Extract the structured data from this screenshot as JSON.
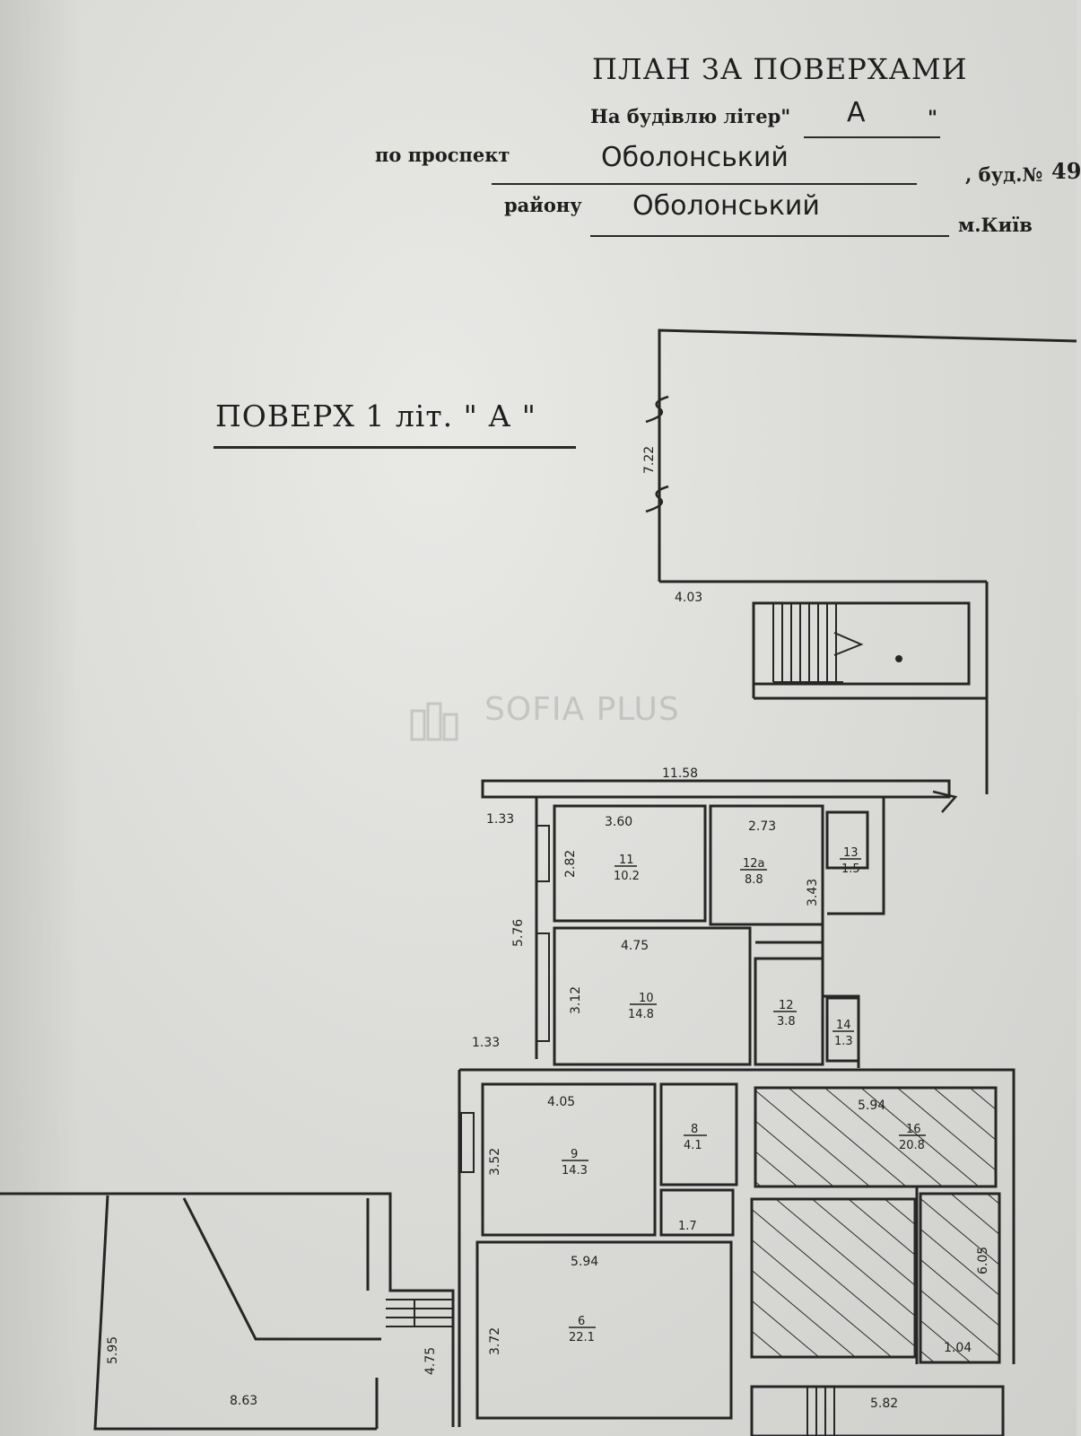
{
  "header": {
    "title": "ПЛАН ЗА ПОВЕРХАМИ",
    "building_prefix": "На будівлю літер\"",
    "building_letter": "А",
    "building_suffix": "\"",
    "avenue_prefix": "по проспект",
    "avenue_name": "Оболонський",
    "house_prefix": ", буд.№",
    "house_number": "49",
    "district_prefix": "району",
    "district_name": "Оболонський",
    "city": "м.Київ"
  },
  "floor": {
    "label": "ПОВЕРХ 1 літ. \" А \""
  },
  "watermark": {
    "text": "SOFIA PLUS"
  },
  "plan": {
    "dimensions": {
      "d_722": "7.22",
      "d_403": "4.03",
      "d_1158": "11.58",
      "d_133_top": "1.33",
      "d_360": "3.60",
      "d_273": "2.73",
      "d_282": "2.82",
      "d_343": "3.43",
      "d_576": "5.76",
      "d_475_top": "4.75",
      "d_312": "3.12",
      "d_133_mid": "1.33",
      "d_405": "4.05",
      "d_352": "3.52",
      "d_594_16": "5.94",
      "d_594_6": "5.94",
      "d_372": "3.72",
      "d_475_left": "4.75",
      "d_605": "6.05",
      "d_104": "1.04",
      "d_595": "5.95",
      "d_863": "8.63",
      "d_582": "5.82"
    },
    "rooms": [
      {
        "no": "11",
        "area": "10.2"
      },
      {
        "no": "12а",
        "area": "8.8"
      },
      {
        "no": "13",
        "area": "1.5"
      },
      {
        "no": "10",
        "area": "14.8"
      },
      {
        "no": "12",
        "area": "3.8"
      },
      {
        "no": "14",
        "area": "1.3"
      },
      {
        "no": "9",
        "area": "14.3"
      },
      {
        "no": "8",
        "area": "4.1"
      },
      {
        "no": "",
        "area": "1.7"
      },
      {
        "no": "16",
        "area": "20.8"
      },
      {
        "no": "6",
        "area": "22.1"
      }
    ]
  }
}
